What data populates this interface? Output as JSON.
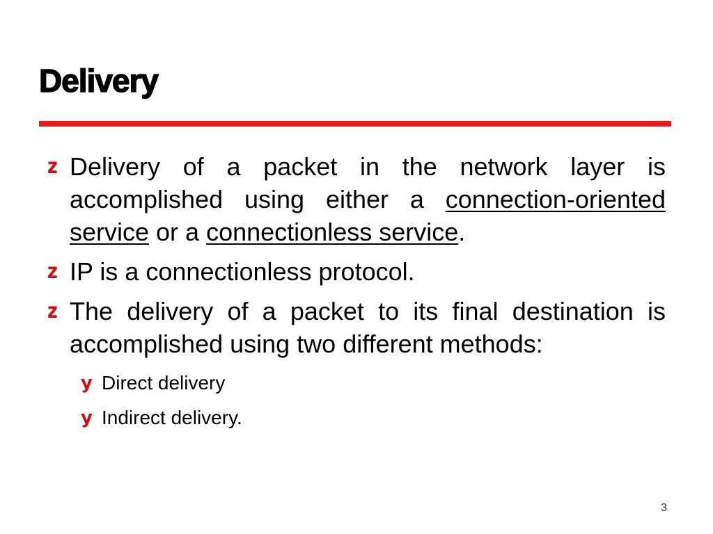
{
  "slide": {
    "title": "Delivery",
    "bullets": [
      {
        "marker": "z",
        "parts": [
          "Delivery of a packet in the network layer is accomplished using either a ",
          "connection-oriented service",
          " or a ",
          "connectionless service",
          "."
        ]
      },
      {
        "marker": "z",
        "text": "IP is a connectionless protocol."
      },
      {
        "marker": "z",
        "text": "The delivery of a packet to its final destination is accomplished using two different methods:"
      }
    ],
    "sub_bullets": [
      {
        "marker": "y",
        "text": "Direct delivery"
      },
      {
        "marker": "y",
        "text": "Indirect delivery."
      }
    ],
    "page_number": "3"
  },
  "colors": {
    "accent_red": "#ee1a1a",
    "bullet_red": "#cc1010",
    "text": "#000000"
  }
}
